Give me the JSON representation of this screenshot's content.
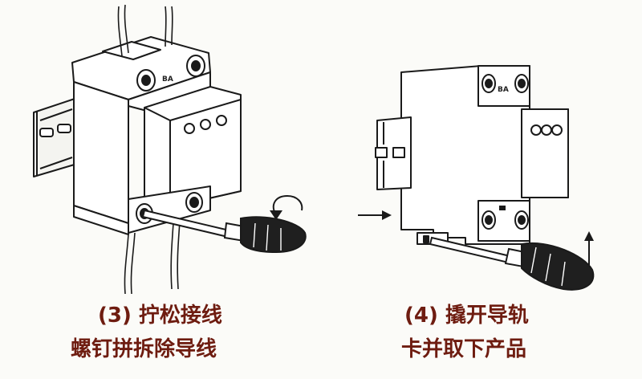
{
  "figures": [
    {
      "step_label": "(3)",
      "caption_line1": "拧松接线",
      "caption_line2": "螺钉拼拆除导线",
      "rating_mark": "BA",
      "action": "rotate-screwdriver"
    },
    {
      "step_label": "(4)",
      "caption_line1": "撬开导轨",
      "caption_line2": "卡并取下产品",
      "rating_mark": "BA",
      "action": "pry-rail-clip"
    }
  ],
  "colors": {
    "line": "#1a1a1a",
    "caption": "#6e1c10",
    "background": "#fbfbf8"
  },
  "icons": [
    "screwdriver-icon",
    "rotation-arrow-icon",
    "push-arrow-icon",
    "lift-arrow-icon"
  ]
}
